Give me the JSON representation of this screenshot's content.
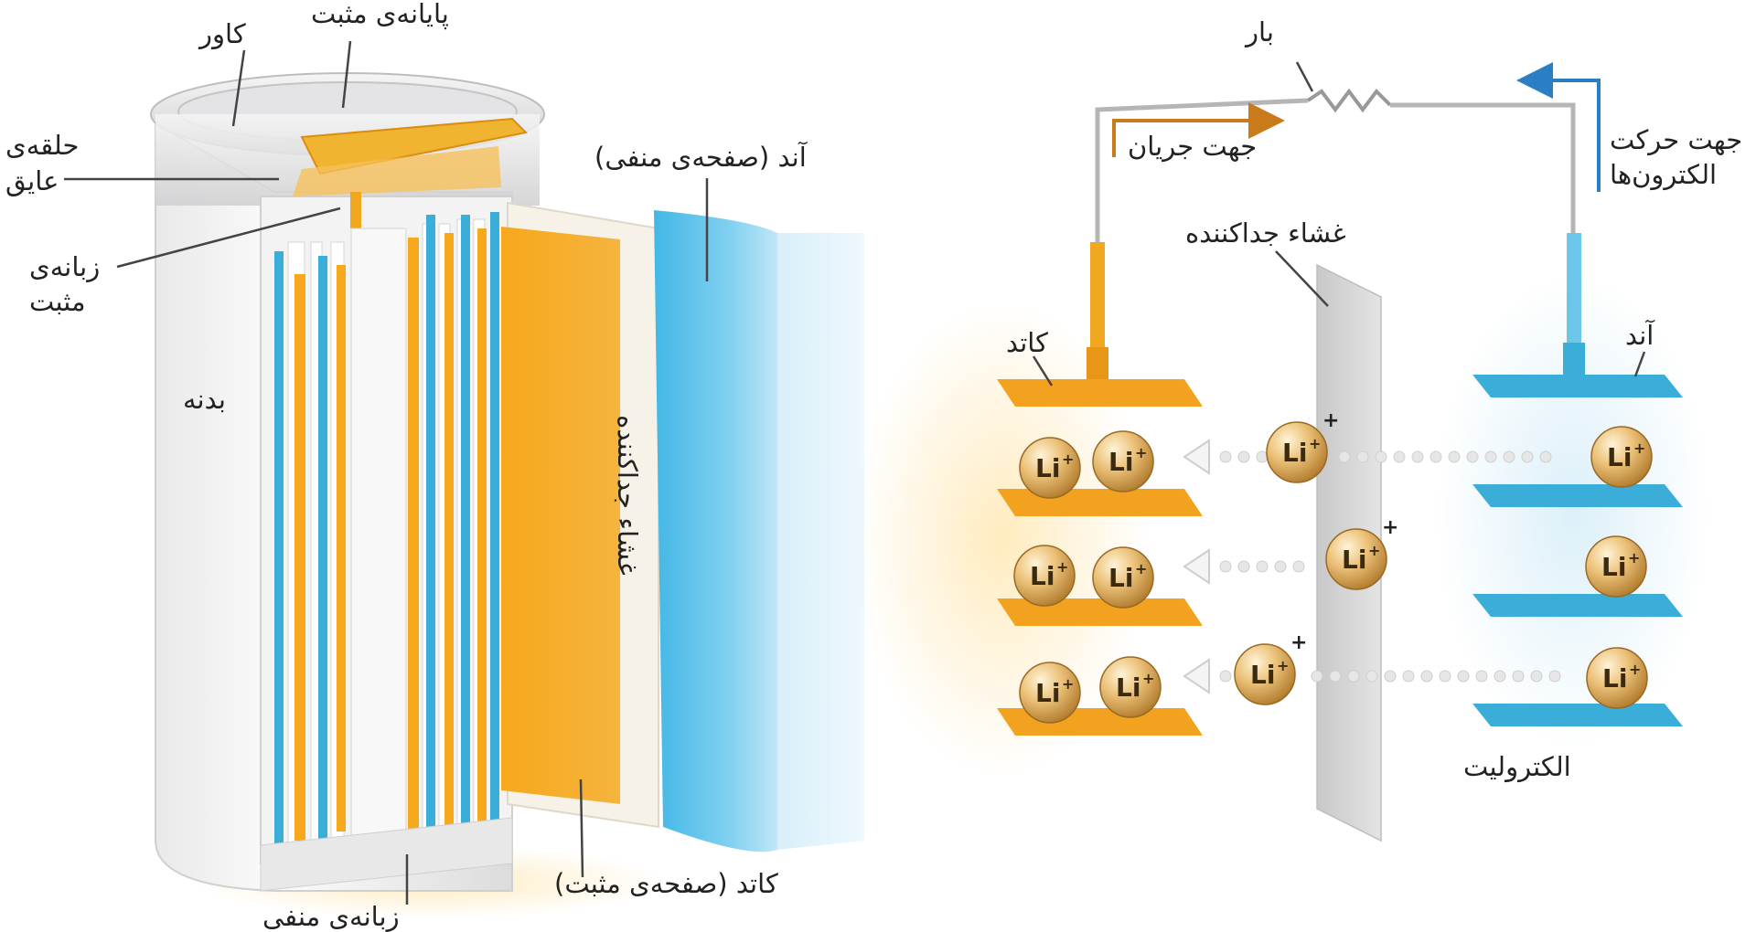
{
  "colors": {
    "cathode_orange": "#f2a21e",
    "anode_blue": "#3aaed8",
    "separator_gray": "#d9d9d9",
    "current_arrow": "#c97a1a",
    "electron_arrow": "#2a7fc4",
    "ion_gold": "#e6b66a",
    "wire_gray": "#b5b5b5"
  },
  "left_diagram": {
    "labels": {
      "cover": "کاور",
      "positive_terminal": "پایانه‌ی مثبت",
      "insulating_ring_line1": "حلقه‌ی",
      "insulating_ring_line2": "عایق",
      "positive_tab_line1": "زبانه‌ی",
      "positive_tab_line2": "مثبت",
      "body": "بدنه",
      "anode_negative_plate": "آند (صفحه‌ی منفی)",
      "separator": "غشاء جداکننده",
      "cathode_positive_plate": "کاتد (صفحه‌ی مثبت)",
      "negative_tab": "زبانه‌ی منفی"
    }
  },
  "right_diagram": {
    "labels": {
      "load": "بار",
      "current_direction": "جهت جریان",
      "electron_direction_line1": "جهت حرکت",
      "electron_direction_line2": "الکترون‌ها",
      "separator": "غشاء جداکننده",
      "cathode": "کاتد",
      "anode": "آند",
      "electrolyte": "الکترولیت"
    },
    "ion_label": "Li",
    "ion_charge": "+"
  }
}
